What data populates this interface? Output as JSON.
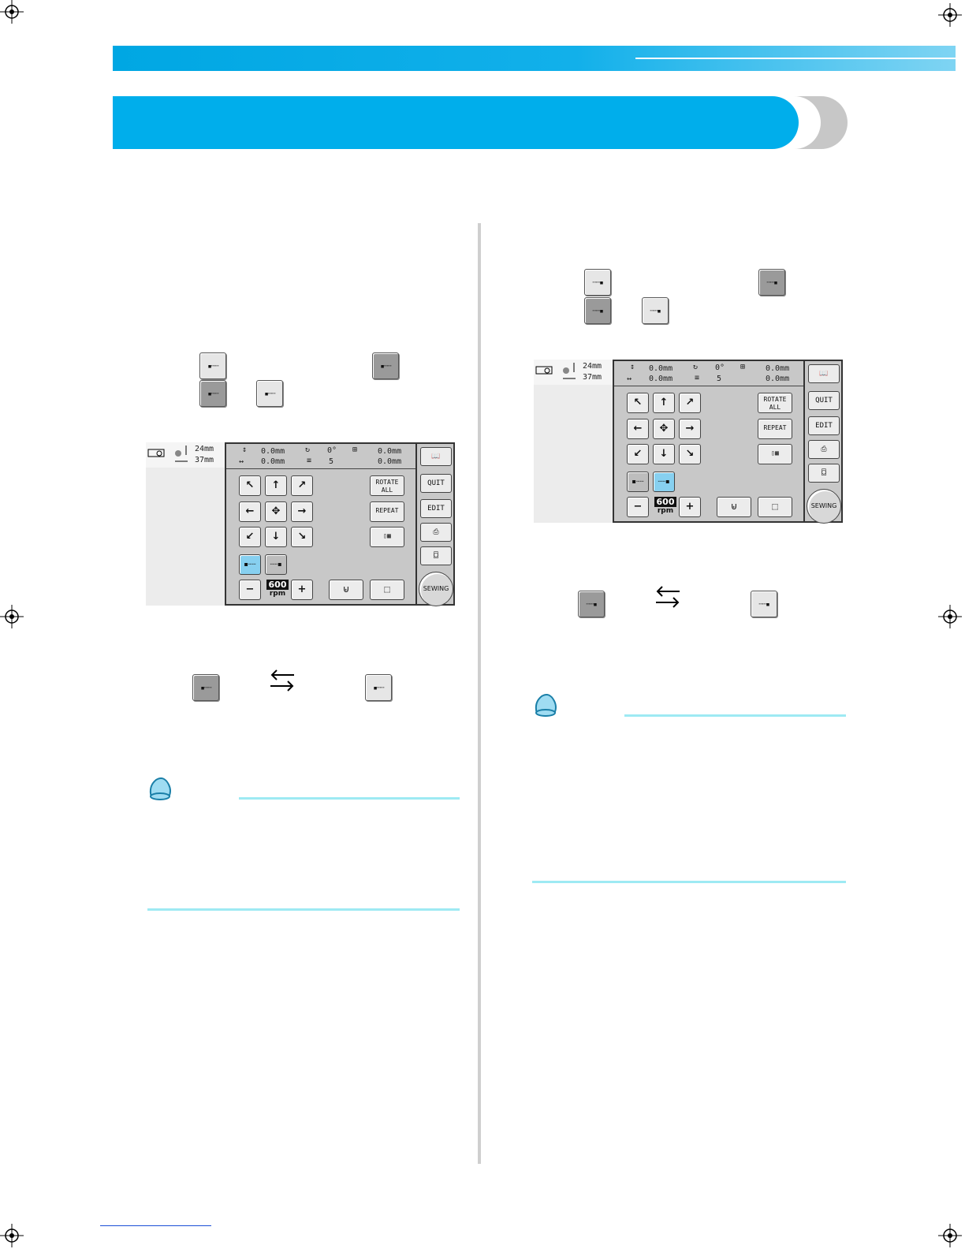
{
  "keys": {
    "left_dots": "▪┄┄",
    "right_dots": "┄┄▪"
  },
  "screen1": {
    "size_h": "24mm",
    "size_w": "37mm",
    "pos_y": "0.0mm",
    "pos_x": "0.0mm",
    "angle": "0°",
    "count": "5",
    "space_y": "0.0mm",
    "space_x": "0.0mm",
    "rotate_all": "ROTATE ALL",
    "repeat": "REPEAT",
    "quit": "QUIT",
    "edit": "EDIT",
    "sewing": "SEWING",
    "speed": "600",
    "speed_unit": "rpm",
    "minus": "−",
    "plus": "+"
  },
  "screen2": {
    "size_h": "24mm",
    "size_w": "37mm",
    "pos_y": "0.0mm",
    "pos_x": "0.0mm",
    "angle": "0°",
    "count": "5",
    "space_y": "0.0mm",
    "space_x": "0.0mm",
    "rotate_all": "ROTATE ALL",
    "repeat": "REPEAT",
    "quit": "QUIT",
    "edit": "EDIT",
    "sewing": "SEWING",
    "speed": "600",
    "speed_unit": "rpm",
    "minus": "−",
    "plus": "+"
  },
  "arrows": {
    "up": "↑",
    "down": "↓",
    "left": "←",
    "right": "→",
    "ul": "↖",
    "ur": "↗",
    "dl": "↙",
    "dr": "↘",
    "center": "✥"
  },
  "colors": {
    "accent": "#00aeeb",
    "rule": "#9eeaf3",
    "selected": "#87d0f0"
  }
}
